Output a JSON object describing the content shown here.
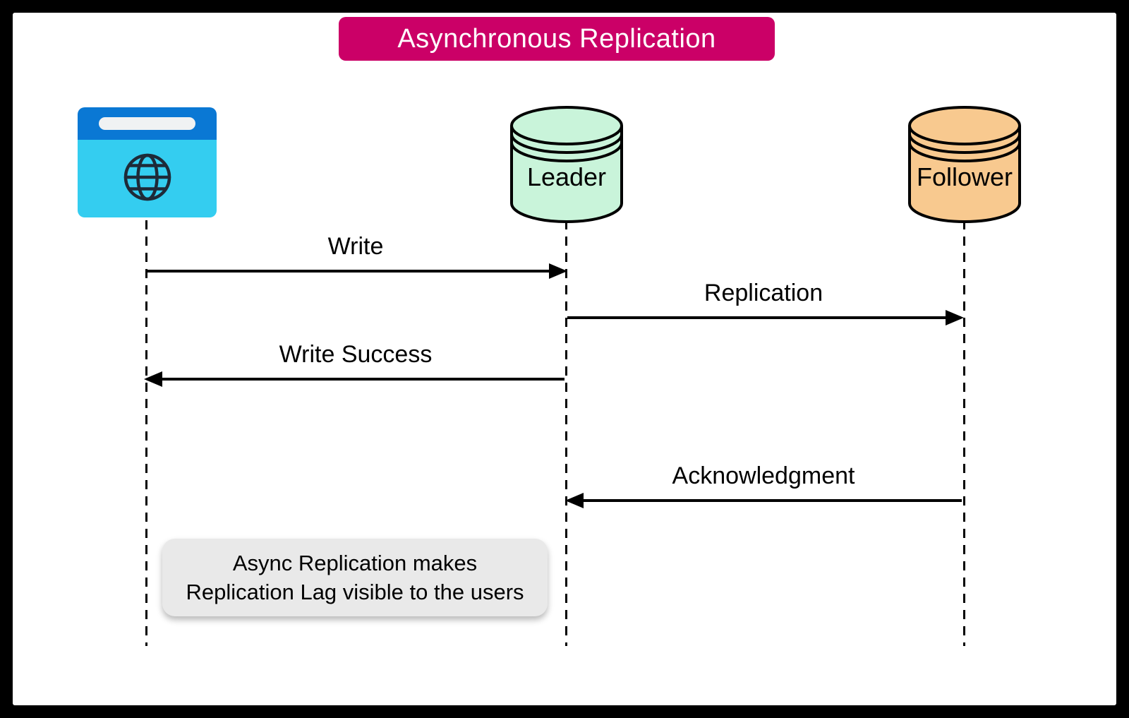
{
  "title": "Asynchronous Replication",
  "actors": {
    "client": {
      "name": "client-browser",
      "icon": "browser-globe-icon"
    },
    "leader": {
      "label": "Leader",
      "fill": "#c9f4da"
    },
    "follower": {
      "label": "Follower",
      "fill": "#f8c98f"
    }
  },
  "messages": [
    {
      "label": "Write",
      "from": "client",
      "to": "leader",
      "direction": "right"
    },
    {
      "label": "Replication",
      "from": "leader",
      "to": "follower",
      "direction": "right"
    },
    {
      "label": "Write Success",
      "from": "leader",
      "to": "client",
      "direction": "left"
    },
    {
      "label": "Acknowledgment",
      "from": "follower",
      "to": "leader",
      "direction": "left"
    }
  ],
  "note": {
    "line1": "Async Replication makes",
    "line2": "Replication Lag visible to the users"
  },
  "colors": {
    "banner": "#cb0067",
    "leader_fill": "#c9f4da",
    "follower_fill": "#f8c98f",
    "note_fill": "#e9e9e9",
    "browser_top": "#0a78d4",
    "browser_body": "#34cdf0",
    "line": "#000000"
  }
}
